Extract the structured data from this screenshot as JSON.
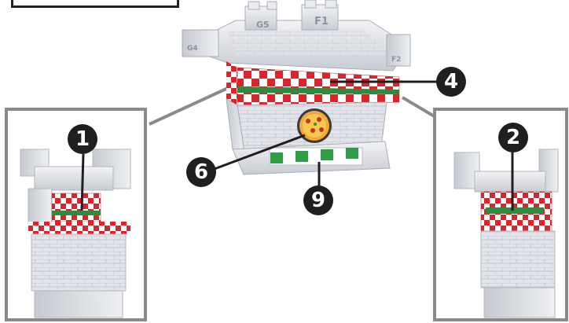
{
  "callouts": {
    "c1": "1",
    "c2": "2",
    "c4": "4",
    "c6": "6",
    "c9": "9"
  },
  "engravings": {
    "g5": "G5",
    "f1": "F1",
    "g4": "G4",
    "f2": "F2"
  },
  "colors": {
    "checker_red": "#d8262c",
    "stripe_green": "#2e8b3d",
    "stone": "#e4e6ec",
    "frame": "#8a8a8a",
    "callout": "#1f1f1f"
  },
  "icons": [
    "pizza-icon"
  ]
}
